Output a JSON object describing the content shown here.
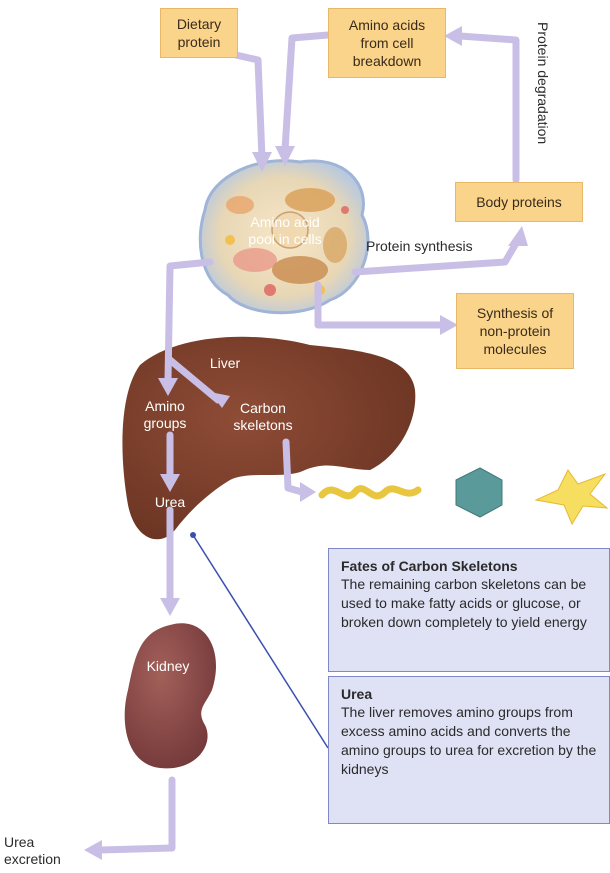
{
  "boxes": {
    "dietary_protein": "Dietary\nprotein",
    "amino_acids_breakdown": "Amino acids\nfrom cell\nbreakdown",
    "body_proteins": "Body proteins",
    "synthesis_non_protein": "Synthesis of\nnon-protein\nmolecules"
  },
  "labels": {
    "protein_degradation": "Protein degradation",
    "amino_acid_pool": "Amino acid\npool in cells",
    "protein_synthesis": "Protein synthesis",
    "liver": "Liver",
    "amino_groups": "Amino\ngroups",
    "carbon_skeletons": "Carbon\nskeletons",
    "urea": "Urea",
    "kidney": "Kidney",
    "urea_excretion": "Urea\nexcretion"
  },
  "notes": {
    "carbon": {
      "title": "Fates of Carbon Skeletons",
      "body": "The remaining carbon skeletons can be used to make fatty acids or glucose, or broken down completely to yield energy"
    },
    "urea": {
      "title": "Urea",
      "body": "The liver removes amino groups from excess amino acids and converts the amino groups to urea for excretion by the kidneys"
    }
  },
  "colors": {
    "arrow": "#c9bfe6",
    "box_fill": "#f9d48a",
    "note_fill": "#dfe2f5",
    "liver": "#7a3f2c",
    "kidney": "#8a4a40",
    "leader_line": "#3a4fb0"
  }
}
